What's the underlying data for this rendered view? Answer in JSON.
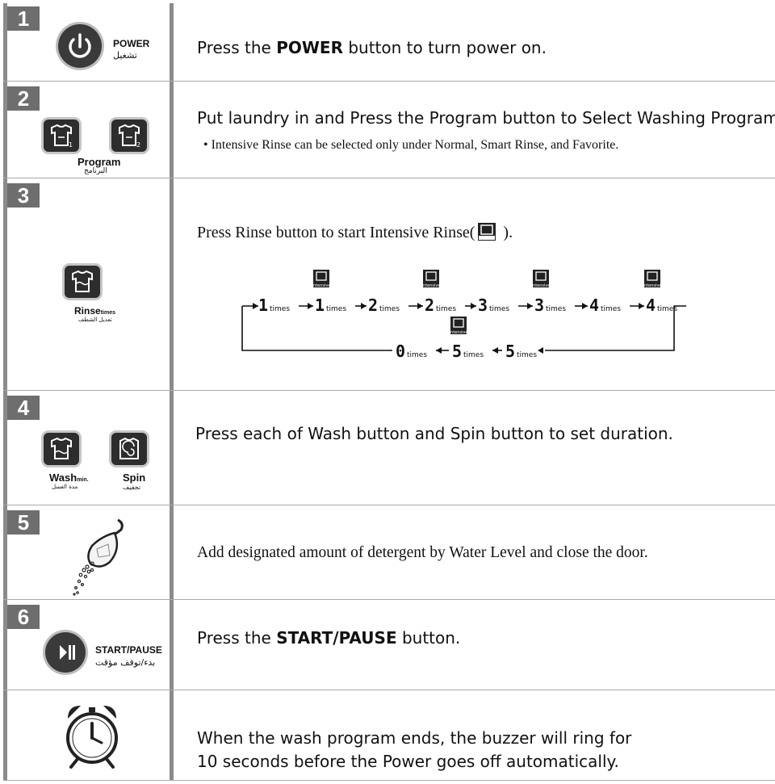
{
  "steps": [
    {
      "number": "1",
      "button_label": "POWER",
      "button_label_ar": "تشغيل",
      "text_before": "Press the ",
      "text_bold": "POWER",
      "text_after": " button to turn power on."
    },
    {
      "number": "2",
      "button_label": "Program",
      "button_label_ar": "البرنامج",
      "text": "Put laundry in and Press the Program button to Select Washing Program.",
      "note": "• Intensive Rinse can be selected only under Normal, Smart Rinse, and Favorite."
    },
    {
      "number": "3",
      "button_label": "Rinse",
      "button_sub": "times",
      "button_label_ar": "تعديل الشطف",
      "text_before": "Press Rinse button to start Intensive Rinse(",
      "text_after": " )."
    },
    {
      "number": "4",
      "button_label": "Wash",
      "button_sub": "min.",
      "button_label_ar": "مدة الغسل",
      "button2_label": "Spin",
      "button2_label_ar": "تجفيف",
      "text": "Press each of Wash button and Spin button to set duration."
    },
    {
      "number": "5",
      "text": "Add designated amount of detergent by Water Level and close the door."
    },
    {
      "number": "6",
      "button_label": "START/PAUSE",
      "button_label_ar": "بدء/توقف مؤقت",
      "text_before": "Press the ",
      "text_bold": "START/PAUSE",
      "text_after": " button."
    },
    {
      "line1": "When the wash program ends, the buzzer will ring for",
      "line2": "10 seconds before the Power goes off automatically."
    }
  ],
  "rinse_cycle": {
    "unit": "times",
    "intensive_label": "Intensive",
    "top_values": [
      "1",
      "1",
      "2",
      "2",
      "3",
      "3",
      "4",
      "4"
    ],
    "top_intensive": [
      false,
      true,
      false,
      true,
      false,
      true,
      false,
      true
    ],
    "bottom_values": [
      "0",
      "5",
      "5"
    ],
    "bottom_intensive": [
      false,
      true,
      false
    ]
  },
  "icons": {
    "power": "power-icon",
    "program1": "shirt-1-icon",
    "program2": "shirt-2-icon",
    "rinse": "rinse-shirt-icon",
    "wash": "wash-shirt-icon",
    "spin": "spin-icon",
    "detergent": "detergent-scoop-icon",
    "start_pause": "play-pause-icon",
    "alarm": "alarm-clock-icon"
  }
}
